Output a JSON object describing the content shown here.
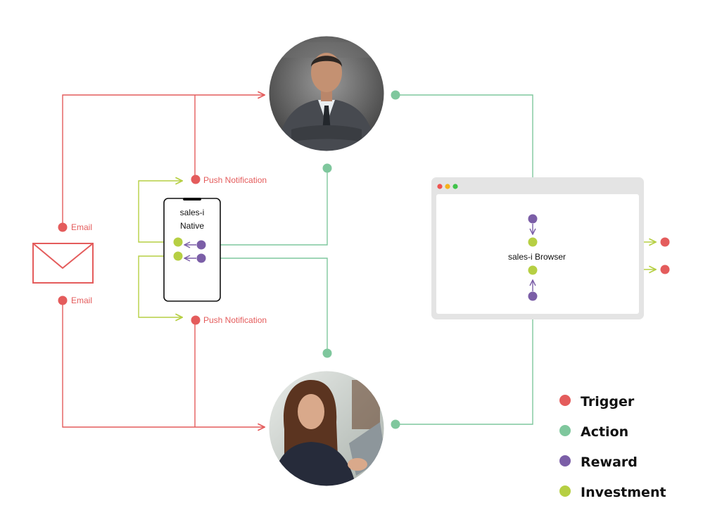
{
  "colors": {
    "trigger": "#e45c5c",
    "action": "#7fc79d",
    "reward": "#7b5ea7",
    "investment": "#b6cf43",
    "window_frame": "#e4e4e4",
    "traffic_red": "#ef5350",
    "traffic_yellow": "#f5b21c",
    "traffic_green": "#3fc34a"
  },
  "labels": {
    "push_top": "Push Notification",
    "push_bottom": "Push Notification",
    "email_top": "Email",
    "email_bottom": "Email",
    "phone_line1": "sales-i",
    "phone_line2": "Native",
    "browser": "sales-i Browser"
  },
  "icons": {
    "envelope": "envelope-icon",
    "phone": "phone-icon",
    "browser": "browser-window-icon",
    "person_top": "businessman-photo",
    "person_bottom": "businesswoman-photo"
  },
  "legend": [
    {
      "label": "Trigger",
      "color": "#e45c5c"
    },
    {
      "label": "Action",
      "color": "#7fc79d"
    },
    {
      "label": "Reward",
      "color": "#7b5ea7"
    },
    {
      "label": "Investment",
      "color": "#b6cf43"
    }
  ]
}
